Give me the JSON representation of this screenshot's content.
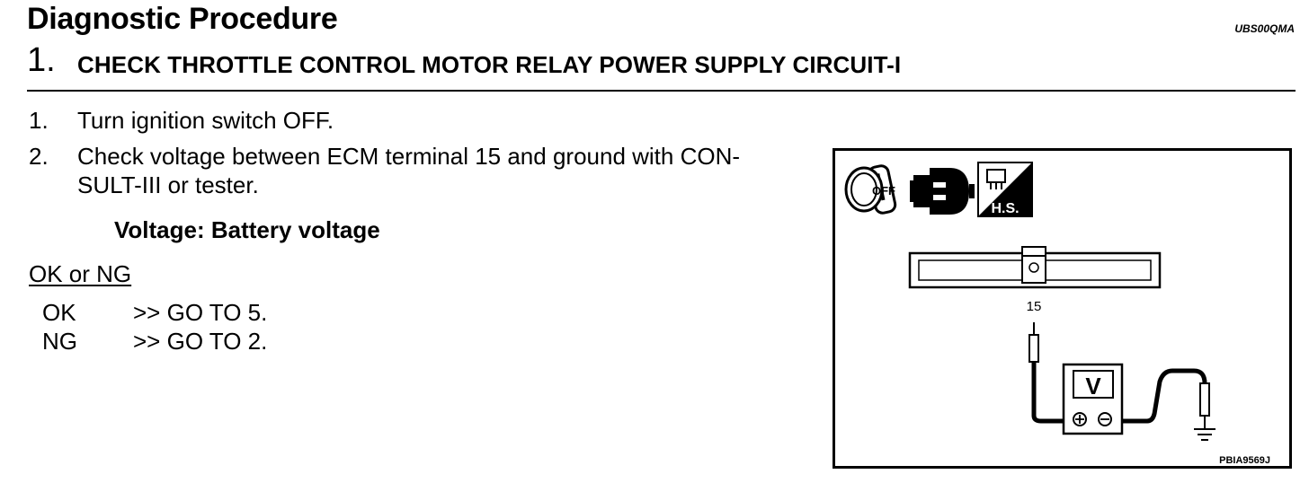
{
  "header": {
    "title": "Diagnostic Procedure",
    "doc_id": "UBS00QMA"
  },
  "step": {
    "number": "1.",
    "title": "CHECK THROTTLE CONTROL MOTOR RELAY POWER SUPPLY CIRCUIT-I"
  },
  "instructions": [
    {
      "num": "1.",
      "lines": [
        "Turn ignition switch OFF."
      ]
    },
    {
      "num": "2.",
      "lines": [
        "Check voltage between ECM terminal 15 and ground with CON-",
        "SULT-III or tester."
      ]
    }
  ],
  "specification": "Voltage: Battery voltage",
  "ok_or_ng": {
    "heading": "OK or NG",
    "results": [
      {
        "label": "OK",
        "action": ">> GO TO 5."
      },
      {
        "label": "NG",
        "action": ">> GO TO 2."
      }
    ]
  },
  "figure": {
    "ignition_label": "OFF",
    "harness_label": "H.S.",
    "terminal": "15",
    "meter_label": "V",
    "figure_id": "PBIA9569J",
    "icons": [
      "ignition-off-icon",
      "connector-icon",
      "harness-side-icon",
      "ground-icon"
    ]
  }
}
